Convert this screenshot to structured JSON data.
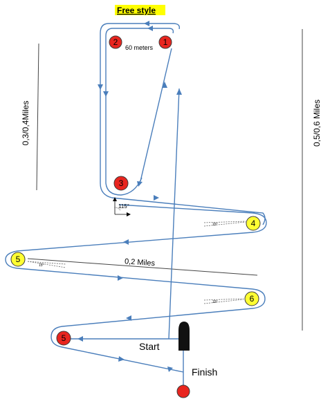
{
  "title": "Free style",
  "labels": {
    "meters": "60 meters",
    "left_distance": "0,3/0,4Miles",
    "right_distance": "0,5/0,6 Miles",
    "middle_distance": "0,2 Miles",
    "start": "Start",
    "finish": "Finish",
    "angle_main": "115°",
    "angle_small": "15°"
  },
  "buoys": [
    {
      "id": "buoy-1",
      "number": "1",
      "color": "red"
    },
    {
      "id": "buoy-2",
      "number": "2",
      "color": "red"
    },
    {
      "id": "buoy-3",
      "number": "3",
      "color": "red"
    },
    {
      "id": "buoy-4",
      "number": "4",
      "color": "yellow"
    },
    {
      "id": "buoy-5-left",
      "number": "5",
      "color": "yellow"
    },
    {
      "id": "buoy-6",
      "number": "6",
      "color": "yellow"
    },
    {
      "id": "buoy-5-bottom",
      "number": "5",
      "color": "red"
    },
    {
      "id": "buoy-finish",
      "number": "",
      "color": "red"
    }
  ],
  "colors": {
    "route": "#4a7ebb",
    "red_buoy": "#e8251f",
    "yellow_buoy": "#ffff33",
    "title_highlight": "#ffff00"
  }
}
